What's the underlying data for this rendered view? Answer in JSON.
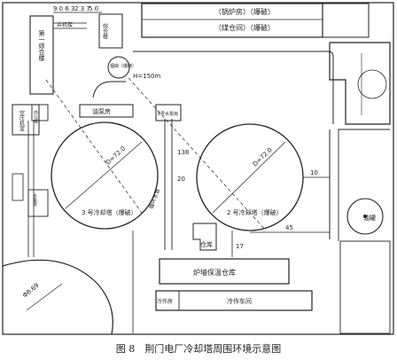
{
  "labels": {
    "dim_top_a": "9 0 6 3",
    "dim_top_b": "2 3 7",
    "dim_top_c": "5 0",
    "boiler_room": "（锅炉房）（爆破）",
    "coal_room": "（煤仓间）（爆破）",
    "coal_building": "综合楼",
    "first_complex": "第一综合楼",
    "well_building": "井机楼",
    "chimney": "烟囱（爆破）",
    "chimney_height": "H=150m",
    "oil_pump": "油泵房",
    "pump_house": "8号水泵房",
    "mechanic": "空压机室",
    "office": "办公楼",
    "water_house": "水泵房",
    "dim_138": "138",
    "dim_20": "20",
    "dim_10": "10",
    "dim_45": "45",
    "dim_17": "17",
    "tower3": "3 号冷却塔（爆破）",
    "tower3_d": "D=72.0",
    "tower2": "2 号冷却塔（爆破）",
    "tower2_d": "D=72.0",
    "pipe": "循环水管",
    "warehouse": "仓库",
    "boiler_warehouse": "炉墙保温仓库",
    "cold_shop": "冷作车间",
    "cold_shop_small": "冷作房",
    "oil_tank": "油罐",
    "tank_d": "Φ8.69",
    "caption": "图 8　荆门电厂冷却塔周围环境示意图"
  }
}
